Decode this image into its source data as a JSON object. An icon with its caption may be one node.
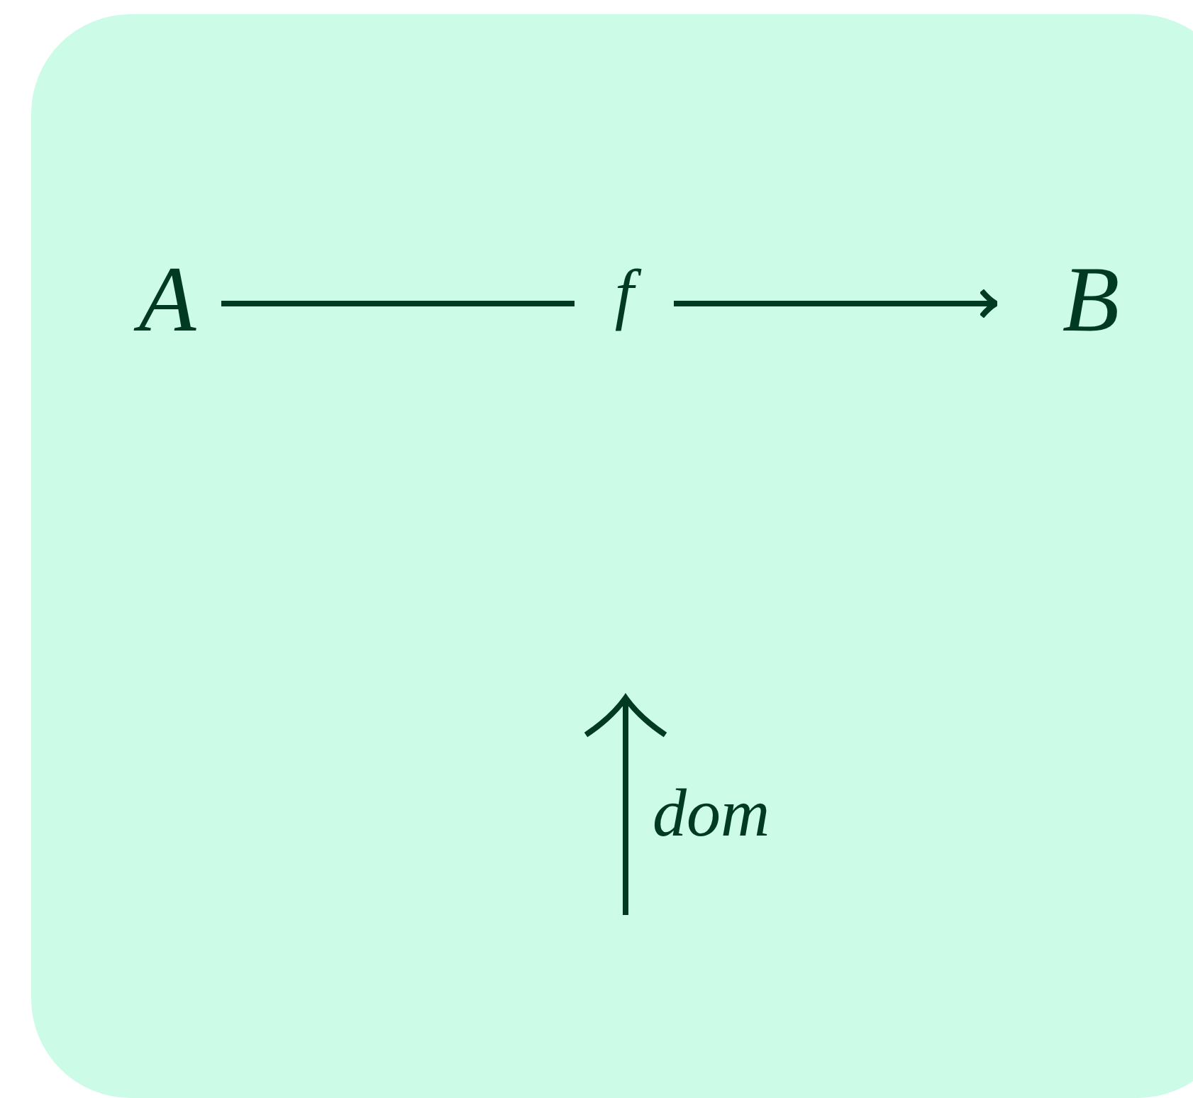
{
  "diagram": {
    "nodes": [
      {
        "text": [],
        "shape": "box"
      },
      {
        "text": [
          "A"
        ],
        "in": 0
      },
      {
        "text": [
          "B"
        ],
        "in": 0
      }
    ],
    "edges": [
      {
        "from": 1,
        "to": 2,
        "arrow": "to",
        "label": "f"
      }
    ],
    "labels": [
      "dom"
    ]
  }
}
